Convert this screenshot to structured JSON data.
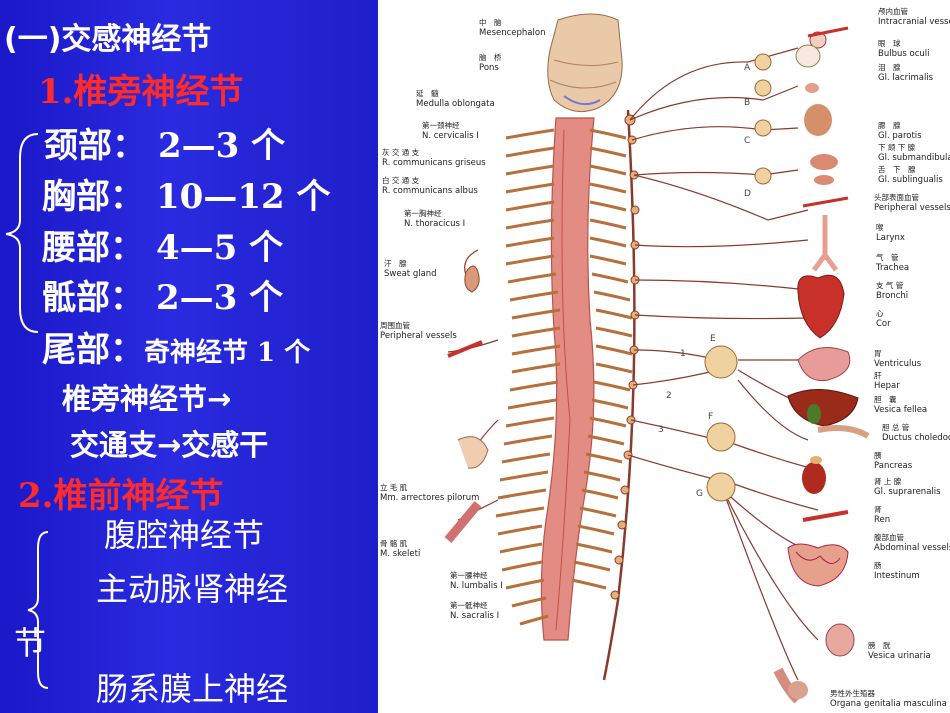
{
  "left": {
    "title": "(一)交感神经节",
    "sec1": "1.椎旁神经节",
    "lines": [
      {
        "part": "颈部：",
        "count": "2—3 个"
      },
      {
        "part": "胸部：",
        "count": "10—12 个"
      },
      {
        "part": "腰部：",
        "count": "4—5 个"
      },
      {
        "part": "骶部：",
        "count": "2—3 个"
      },
      {
        "part": "尾部：",
        "count": "奇神经节 1 个"
      }
    ],
    "flow1": "椎旁神经节→",
    "flow2": "交通支→交感干",
    "sec2": "2.椎前神经节",
    "pre1": "腹腔神经节",
    "pre2a": "主动脉肾神经",
    "pre2b": "节",
    "pre3": "肠系膜上神经"
  },
  "figure_labels_left": [
    {
      "cn": "中　脑",
      "en": "Mesencephalon"
    },
    {
      "cn": "脑　桥",
      "en": "Pons"
    },
    {
      "cn": "延　髓",
      "en": "Medulla oblongata"
    },
    {
      "cn": "第一颈神经",
      "en": "N. cervicalis  I"
    },
    {
      "cn": "灰 交 通 支",
      "en": "R. communicans griseus"
    },
    {
      "cn": "白 交 通 支",
      "en": "R. communicans albus"
    },
    {
      "cn": "第一胸神经",
      "en": "N. thoracicus  I"
    },
    {
      "cn": "汗　腺",
      "en": "Sweat gland"
    },
    {
      "cn": "周围血管",
      "en": "Peripheral vessels"
    },
    {
      "cn": "立 毛 肌",
      "en": "Mm. arrectores pilorum"
    },
    {
      "cn": "骨 骼 肌",
      "en": "M. skeleti"
    },
    {
      "cn": "第一腰神经",
      "en": "N. lumbalis  I"
    },
    {
      "cn": "第一骶神经",
      "en": "N. sacralis  I"
    }
  ],
  "figure_labels_right": [
    {
      "cn": "颅内血管",
      "en": "Intracranial vessels"
    },
    {
      "cn": "眼　球",
      "en": "Bulbus oculi"
    },
    {
      "cn": "泪　腺",
      "en": "Gl. lacrimalis"
    },
    {
      "cn": "腮　腺",
      "en": "Gl. parotis"
    },
    {
      "cn": "下 颌 下 腺",
      "en": "Gl. submandibularis"
    },
    {
      "cn": "舌　下　腺",
      "en": "Gl. sublingualis"
    },
    {
      "cn": "头部表面血管",
      "en": "Peripheral vessels"
    },
    {
      "cn": "喉",
      "en": "Larynx"
    },
    {
      "cn": "气　管",
      "en": "Trachea"
    },
    {
      "cn": "支 气 管",
      "en": "Bronchi"
    },
    {
      "cn": "心",
      "en": "Cor"
    },
    {
      "cn": "胃",
      "en": "Ventriculus"
    },
    {
      "cn": "肝",
      "en": "Hepar"
    },
    {
      "cn": "胆　囊",
      "en": "Vesica fellea"
    },
    {
      "cn": "胆 总 管",
      "en": "Ductus choledochus"
    },
    {
      "cn": "胰",
      "en": "Pancreas"
    },
    {
      "cn": "肾 上 腺",
      "en": "Gl. suprarenalis"
    },
    {
      "cn": "肾",
      "en": "Ren"
    },
    {
      "cn": "腹部血管",
      "en": "Abdominal vessels"
    },
    {
      "cn": "肠",
      "en": "Intestinum"
    },
    {
      "cn": "膀　胱",
      "en": "Vesica urinaria"
    },
    {
      "cn": "男性外生殖器",
      "en": "Organa genitalia masculina"
    }
  ],
  "ganglion_letters": [
    "A",
    "B",
    "C",
    "D",
    "E",
    "F",
    "G"
  ],
  "branch_numbers": [
    "1",
    "2",
    "3"
  ],
  "colors": {
    "slide_bg": "#1f1fd0",
    "heading_red": "#ff2a2a",
    "text": "#ffffff",
    "nerve": "#8a3a2a",
    "organ_red": "#c8302a"
  }
}
